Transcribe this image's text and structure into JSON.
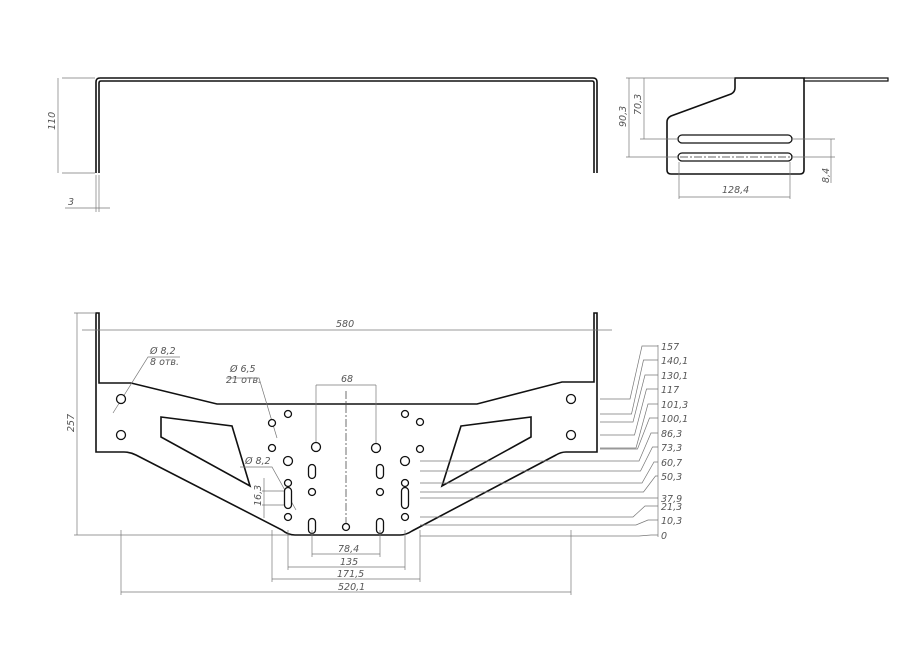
{
  "top_view": {
    "height_dim": "110",
    "thickness_dim": "3"
  },
  "side_view": {
    "dim_outer": "90,3",
    "dim_inner": "70,3",
    "slot_length": "128,4",
    "slot_pitch": "8,4"
  },
  "front_view": {
    "overall_height": "257",
    "overall_width": "580",
    "center_spacing": "68",
    "callout_large": {
      "diameter": "Ø 8,2",
      "count": "8 отв."
    },
    "callout_small": {
      "diameter": "Ø 6,5",
      "count": "21 отв."
    },
    "callout_slot": {
      "diameter": "Ø 8,2",
      "slot_length": "16,3"
    },
    "bottom_dims": [
      "78,4",
      "135",
      "171,5",
      "520,1"
    ],
    "ordinates": [
      "157",
      "140,1",
      "130,1",
      "117",
      "101,3",
      "100,1",
      "86,3",
      "73,3",
      "60,7",
      "50,3",
      "37,9",
      "21,3",
      "10,3",
      "0"
    ]
  },
  "colors": {
    "outline": "#111111",
    "dimension": "#777777"
  }
}
